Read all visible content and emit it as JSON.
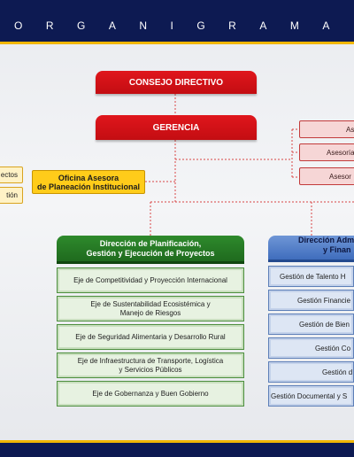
{
  "header": {
    "title": "ORGANIGRAMA"
  },
  "colors": {
    "navy": "#0d1a52",
    "gold": "#f2b705",
    "red": "#d3141a",
    "green": "#237225",
    "blue": "#4f7ac6"
  },
  "consejo": "CONSEJO DIRECTIVO",
  "gerencia": "GERENCIA",
  "asesorias_derecha": [
    "Ase",
    "Asesoría",
    "Asesor"
  ],
  "oficina_asesora": {
    "line1": "Oficina Asesora",
    "line2": "de Planeación Institucional"
  },
  "izquierda": [
    "ectos",
    "tión"
  ],
  "planificacion": {
    "title_line1": "Dirección de Planificación,",
    "title_line2": "Gestión y Ejecución de Proyectos",
    "items": [
      {
        "line1": "Eje de Competitividad y Proyección Internacional",
        "line2": ""
      },
      {
        "line1": "Eje de Sustentabilidad Ecosistémica y",
        "line2": "Manejo de Riesgos"
      },
      {
        "line1": "Eje de Seguridad Alimentaria y Desarrollo Rural",
        "line2": ""
      },
      {
        "line1": "Eje de Infraestructura de Transporte, Logística",
        "line2": "y Servicios Públicos"
      },
      {
        "line1": "Eje de Gobernanza y Buen Gobierno",
        "line2": ""
      }
    ]
  },
  "administrativa": {
    "title_line1": "Dirección Adm",
    "title_line2": "y Finan",
    "items": [
      {
        "label": "Gestión de Talento H",
        "indent": 12
      },
      {
        "label": "Gestión Financie",
        "indent": 32
      },
      {
        "label": "Gestión de Bien",
        "indent": 34
      },
      {
        "label": "Gestión Co",
        "indent": 52
      },
      {
        "label": "Gestión d",
        "indent": 60
      },
      {
        "label": "Gestión Documental y S",
        "indent": 2
      }
    ]
  }
}
